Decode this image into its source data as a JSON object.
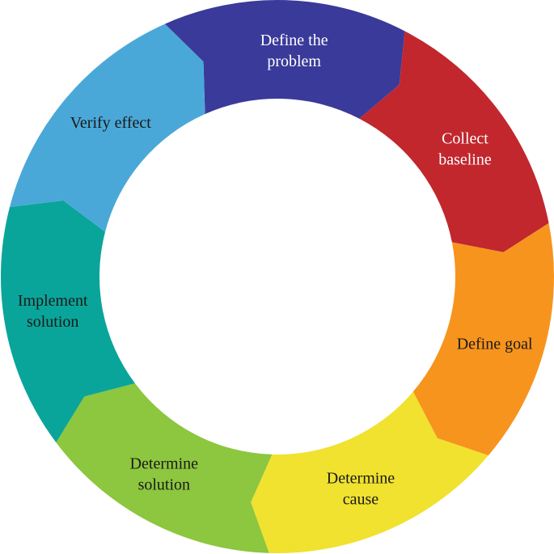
{
  "diagram": {
    "steps": [
      {
        "lines": [
          "Define the",
          "problem"
        ],
        "fill": "#3a3a9a",
        "text_color": "#ffffff"
      },
      {
        "lines": [
          "Collect",
          "baseline"
        ],
        "fill": "#c1272d",
        "text_color": "#ffffff"
      },
      {
        "lines": [
          "Define goal"
        ],
        "fill": "#f7941d",
        "text_color": "#1a1a1a"
      },
      {
        "lines": [
          "Determine",
          "cause"
        ],
        "fill": "#f0e22f",
        "text_color": "#1a1a1a"
      },
      {
        "lines": [
          "Determine",
          "solution"
        ],
        "fill": "#8dc63f",
        "text_color": "#1a1a1a"
      },
      {
        "lines": [
          "Implement",
          "solution"
        ],
        "fill": "#0aa59a",
        "text_color": "#1a1a1a"
      },
      {
        "lines": [
          "Verify effect"
        ],
        "fill": "#4aa8d8",
        "text_color": "#1a1a1a"
      }
    ]
  }
}
